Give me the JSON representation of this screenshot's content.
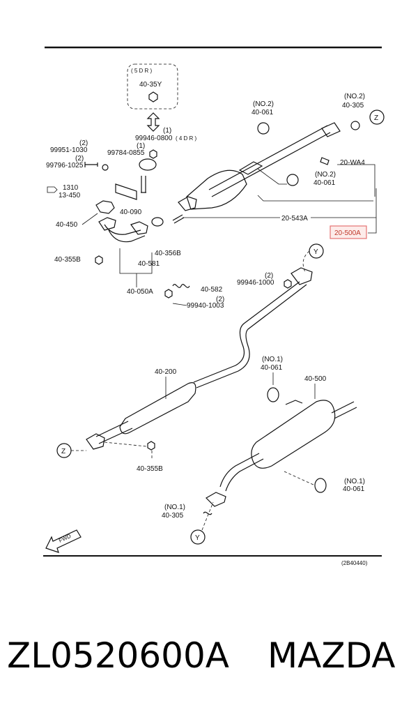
{
  "labels": {
    "five_door": "( 5 D R )",
    "p40_35y": "40-35Y",
    "p99946_0800": "99946-0800",
    "p99946_0800_qty": "(1)",
    "four_door": "( 4 D R )",
    "p99951_1030_qty": "(2)",
    "p99951_1030": "99951-1030",
    "p99796_1025_qty": "(2)",
    "p99796_1025": "99796-1025",
    "p99784_0855_qty": "(1)",
    "p99784_0855": "99784-0855",
    "ref_1310": "1310",
    "ref_1310_sub": "13-450",
    "p40_450": "40-450",
    "p40_090": "40-090",
    "p40_355b_top": "40-355B",
    "p40_356b": "40-356B",
    "p40_581": "40-581",
    "p40_050a": "40-050A",
    "p40_582": "40-582",
    "p99940_1003_qty": "(2)",
    "p99940_1003": "99940-1003",
    "p40_061_top_no": "(NO.2)",
    "p40_061_top": "40-061",
    "p40_305_top_no": "(NO.2)",
    "p40_305_top": "40-305",
    "p20_wa4": "20-WA4",
    "p40_061_mid_no": "(NO.2)",
    "p40_061_mid": "40-061",
    "p20_543a": "20-543A",
    "p20_500a": "20-500A",
    "p99946_1000_qty": "(2)",
    "p99946_1000": "99946-1000",
    "p40_200": "40-200",
    "p40_061_low_no": "(NO.1)",
    "p40_061_low": "40-061",
    "p40_500": "40-500",
    "p40_355b_bot": "40-355B",
    "p40_061_right_no": "(NO.1)",
    "p40_061_right": "40-061",
    "p40_305_bot_no": "(NO.1)",
    "p40_305_bot": "40-305",
    "fwd": "FWD",
    "marker_z": "Z",
    "marker_y": "Y",
    "diagram_code": "(2B40440)"
  },
  "footer": {
    "part_number": "ZL0520600A",
    "brand": "MAZDA"
  },
  "colors": {
    "highlight_box": "#e57373",
    "highlight_fill": "#fdecea"
  }
}
